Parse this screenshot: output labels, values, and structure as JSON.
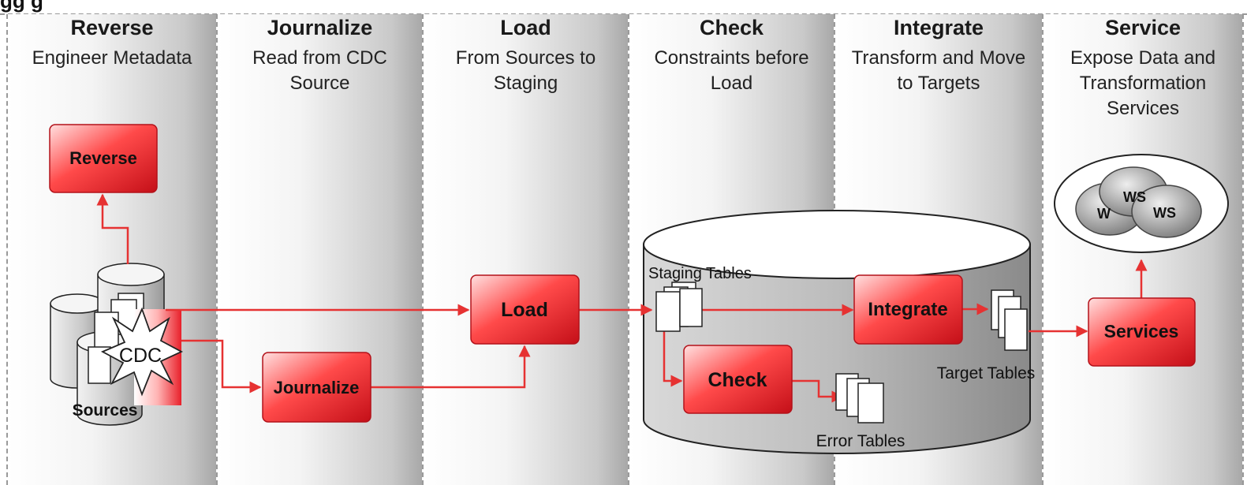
{
  "heading_fragment": "gg          g",
  "columns": [
    {
      "title": "Reverse",
      "subtitle": "Engineer Metadata"
    },
    {
      "title": "Journalize",
      "subtitle": "Read from CDC\nSource"
    },
    {
      "title": "Load",
      "subtitle": "From Sources to\nStaging"
    },
    {
      "title": "Check",
      "subtitle": "Constraints before\nLoad"
    },
    {
      "title": "Integrate",
      "subtitle": "Transform and Move\nto Targets"
    },
    {
      "title": "Service",
      "subtitle": "Expose Data and\nTransformation\nServices"
    }
  ],
  "boxes": {
    "reverse": "Reverse",
    "journalize": "Journalize",
    "load": "Load",
    "check": "Check",
    "integrate": "Integrate",
    "services": "Services"
  },
  "labels": {
    "cdc": "CDC",
    "sources": "Sources",
    "staging_tables": "Staging Tables",
    "target_tables": "Target Tables",
    "error_tables": "Error Tables",
    "ws_1": "W",
    "ws_2": "WS",
    "ws_3": "WS"
  },
  "colors": {
    "box_red": "#e8202a",
    "box_light": "#ffd6d6",
    "arrow_red": "#e63232",
    "column_dark": "#a8a8a8"
  }
}
